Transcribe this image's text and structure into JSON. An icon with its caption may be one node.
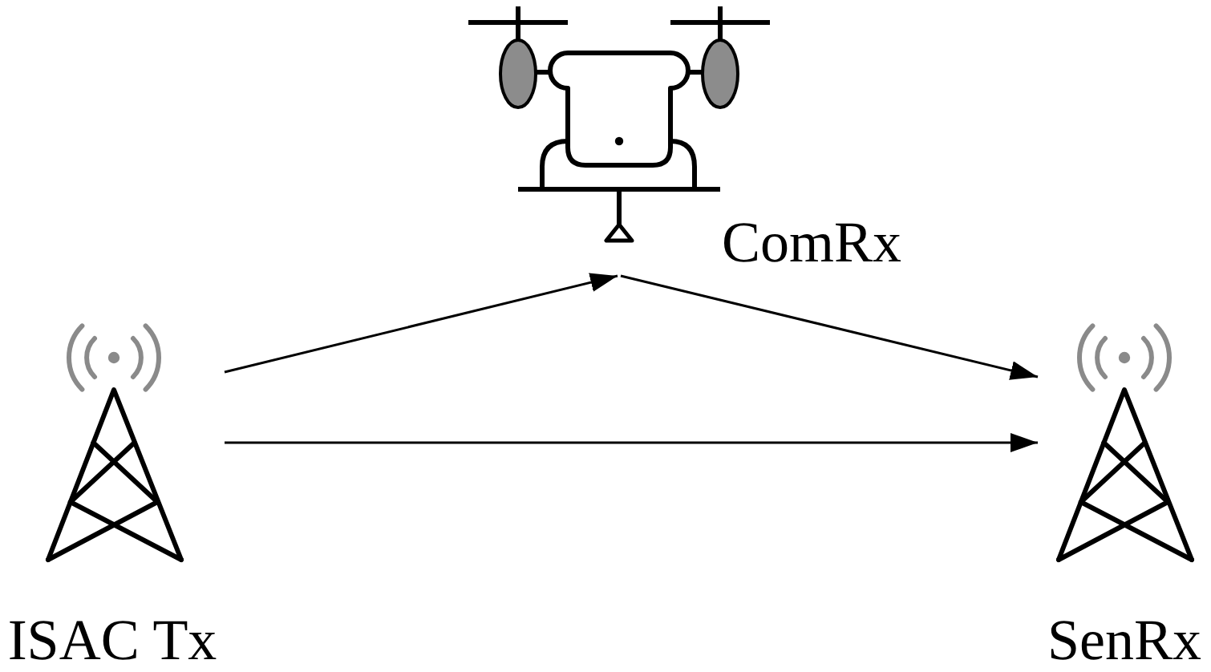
{
  "diagram": {
    "nodes": [
      {
        "text": [
          "ISAC Tx"
        ]
      },
      {
        "text": [
          "ComRx"
        ]
      },
      {
        "text": [
          "SenRx"
        ]
      }
    ],
    "edges": [
      {
        "from": 0,
        "to": 1,
        "arrow": "to"
      },
      {
        "from": 1,
        "to": 2,
        "arrow": "to"
      },
      {
        "from": 0,
        "to": 2,
        "arrow": "to"
      }
    ]
  }
}
